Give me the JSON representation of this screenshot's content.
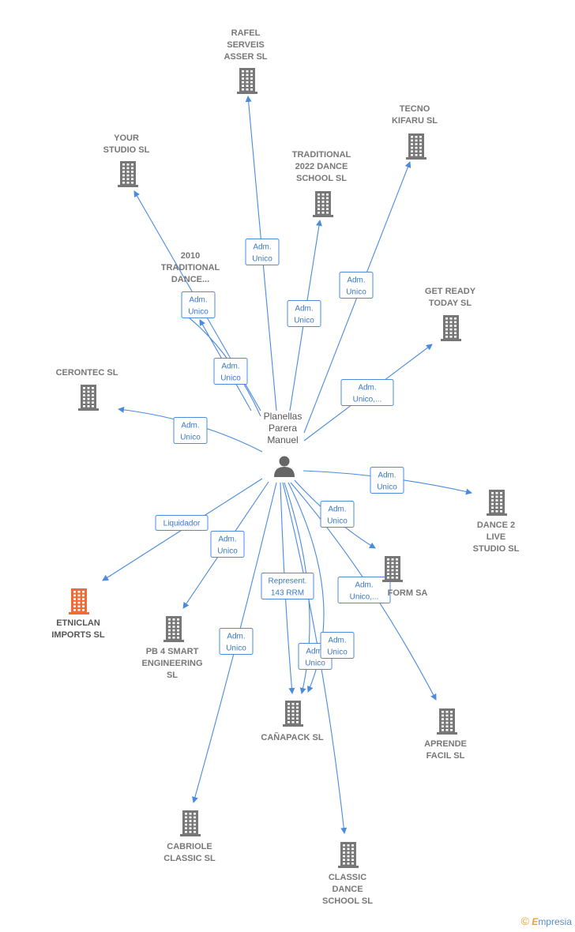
{
  "center": {
    "name_lines": [
      "Planellas",
      "Parera",
      "Manuel"
    ],
    "icon": "person-icon"
  },
  "companies": [
    {
      "id": "rafel",
      "lines": [
        "RAFEL",
        "SERVEIS",
        "ASSER  SL"
      ],
      "icon": "building-icon",
      "highlight": false
    },
    {
      "id": "tecno",
      "lines": [
        "TECNO",
        "KIFARU  SL"
      ],
      "icon": "building-icon",
      "highlight": false
    },
    {
      "id": "your-studio",
      "lines": [
        "YOUR",
        "STUDIO  SL"
      ],
      "icon": "building-icon",
      "highlight": false
    },
    {
      "id": "traditional-2022",
      "lines": [
        "TRADITIONAL",
        "2022 DANCE",
        "SCHOOL  SL"
      ],
      "icon": "building-icon",
      "highlight": false
    },
    {
      "id": "2010-traditional",
      "lines": [
        "2010",
        "TRADITIONAL",
        "DANCE..."
      ],
      "icon": "building-icon",
      "highlight": false
    },
    {
      "id": "get-ready",
      "lines": [
        "GET READY",
        "TODAY  SL"
      ],
      "icon": "building-icon",
      "highlight": false
    },
    {
      "id": "cerontec",
      "lines": [
        "CERONTEC SL"
      ],
      "icon": "building-icon",
      "highlight": false
    },
    {
      "id": "dance2",
      "lines": [
        "DANCE 2",
        "LIVE",
        "STUDIO  SL"
      ],
      "icon": "building-icon",
      "highlight": false
    },
    {
      "id": "form",
      "lines": [
        "FORM SA"
      ],
      "icon": "building-icon",
      "highlight": false
    },
    {
      "id": "etniclan",
      "lines": [
        "ETNICLAN",
        "IMPORTS  SL"
      ],
      "icon": "building-icon",
      "highlight": true
    },
    {
      "id": "pb4",
      "lines": [
        "PB 4 SMART",
        "ENGINEERING",
        "SL"
      ],
      "icon": "building-icon",
      "highlight": false
    },
    {
      "id": "canapack",
      "lines": [
        "CAÑAPACK  SL"
      ],
      "icon": "building-icon",
      "highlight": false
    },
    {
      "id": "aprende",
      "lines": [
        "APRENDE",
        "FACIL  SL"
      ],
      "icon": "building-icon",
      "highlight": false
    },
    {
      "id": "cabriole",
      "lines": [
        "CABRIOLE",
        "CLASSIC  SL"
      ],
      "icon": "building-icon",
      "highlight": false
    },
    {
      "id": "classic-dance",
      "lines": [
        "CLASSIC",
        "DANCE",
        "SCHOOL  SL"
      ],
      "icon": "building-icon",
      "highlight": false
    }
  ],
  "edges": [
    {
      "to": "rafel",
      "label": [
        "Adm.",
        "Unico"
      ]
    },
    {
      "to": "tecno",
      "label": [
        "Adm.",
        "Unico"
      ]
    },
    {
      "to": "your-studio",
      "label": [
        "Adm.",
        "Unico"
      ]
    },
    {
      "to": "traditional-2022",
      "label": [
        "Adm.",
        "Unico"
      ]
    },
    {
      "to": "2010-traditional",
      "label": [
        "Adm.",
        "Unico"
      ]
    },
    {
      "to": "get-ready",
      "label": [
        "Adm.",
        "Unico,..."
      ]
    },
    {
      "to": "cerontec",
      "label": [
        "Adm.",
        "Unico"
      ]
    },
    {
      "to": "dance2",
      "label": [
        "Adm.",
        "Unico"
      ]
    },
    {
      "to": "form",
      "label": [
        "Adm.",
        "Unico"
      ]
    },
    {
      "to": "etniclan",
      "label": [
        "Liquidador"
      ]
    },
    {
      "to": "pb4",
      "label": [
        "Adm.",
        "Unico"
      ]
    },
    {
      "to": "canapack",
      "label": [
        "Represent.",
        "143 RRM"
      ]
    },
    {
      "to": "canapack",
      "label": [
        "Adm.",
        "Unico"
      ]
    },
    {
      "to": "aprende",
      "label": [
        "Adm.",
        "Unico,..."
      ]
    },
    {
      "to": "cabriole",
      "label": [
        "Adm.",
        "Unico"
      ]
    },
    {
      "to": "classic-dance",
      "label": [
        "Adm.",
        "Unico"
      ]
    },
    {
      "to": "2010-traditional",
      "label": [
        "Adm.",
        "Unico"
      ]
    },
    {
      "to": "canapack",
      "label": [
        "Adm.",
        "Unico"
      ]
    }
  ],
  "colors": {
    "edge": "#4a8bdc",
    "building": "#777777",
    "building_highlight": "#f26a35",
    "person": "#666666"
  },
  "footer": {
    "copyright_symbol": "©",
    "brand_first": "E",
    "brand_rest": "mpresia"
  }
}
